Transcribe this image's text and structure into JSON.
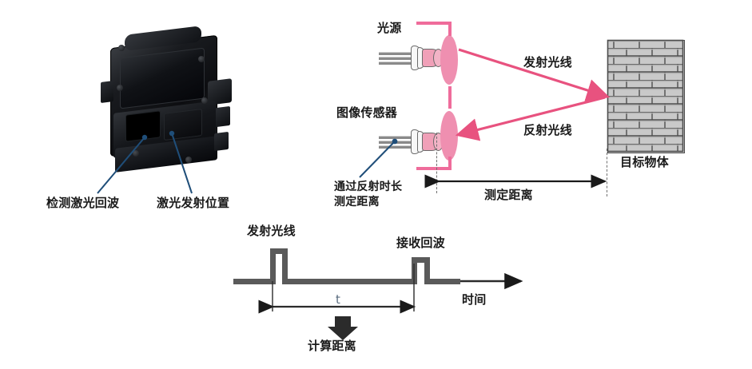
{
  "diagram": {
    "title": "ToF LiDAR distance measurement principle",
    "colors": {
      "beam_pink": "#e8527f",
      "lens_pink": "#ef8fb0",
      "bracket_pink": "#ef6c9b",
      "callout_blue": "#1f4e79",
      "wave_gray": "#5a5a5a",
      "brick_fill": "#c9c9c9",
      "brick_line": "#4d4d4d",
      "text_black": "#1a1a1a",
      "t_label": "#5b6d80"
    }
  },
  "device_panel": {
    "labels": {
      "detect_echo": "检测激光回波",
      "laser_emit_position": "激光发射位置"
    }
  },
  "optics_panel": {
    "light_source": "光源",
    "image_sensor": "图像传感器",
    "sensor_callout_line1": "通过反射时长",
    "sensor_callout_line2": "测定距离",
    "emitted_ray": "发射光线",
    "reflected_ray": "反射光线",
    "target_object": "目标物体",
    "measured_distance": "测定距离"
  },
  "timing_panel": {
    "emitted_pulse": "发射光线",
    "received_echo": "接收回波",
    "time_axis": "时间",
    "interval_symbol": "t",
    "result": "计算距离"
  }
}
